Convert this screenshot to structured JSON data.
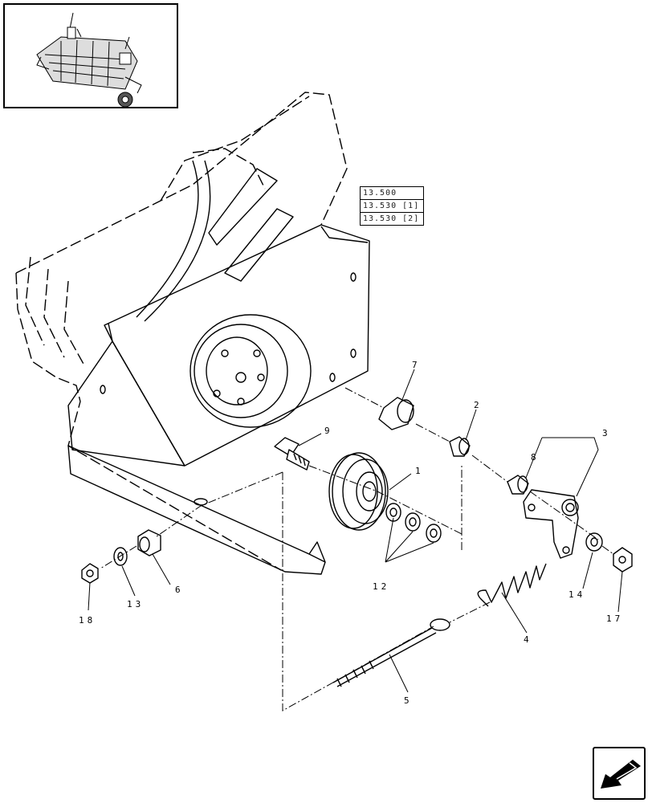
{
  "reference_codes": [
    "13.500",
    "13.530 [1]",
    "13.530 [2]"
  ],
  "callouts": {
    "c1": "1",
    "c2": "2",
    "c3": "3",
    "c4": "4",
    "c5": "5",
    "c6": "6",
    "c7": "7",
    "c8": "8",
    "c9": "9",
    "c12": "12",
    "c13": "13",
    "c14": "14",
    "c17": "17",
    "c18": "18"
  },
  "nav_icon": "arrow-left-down-icon"
}
